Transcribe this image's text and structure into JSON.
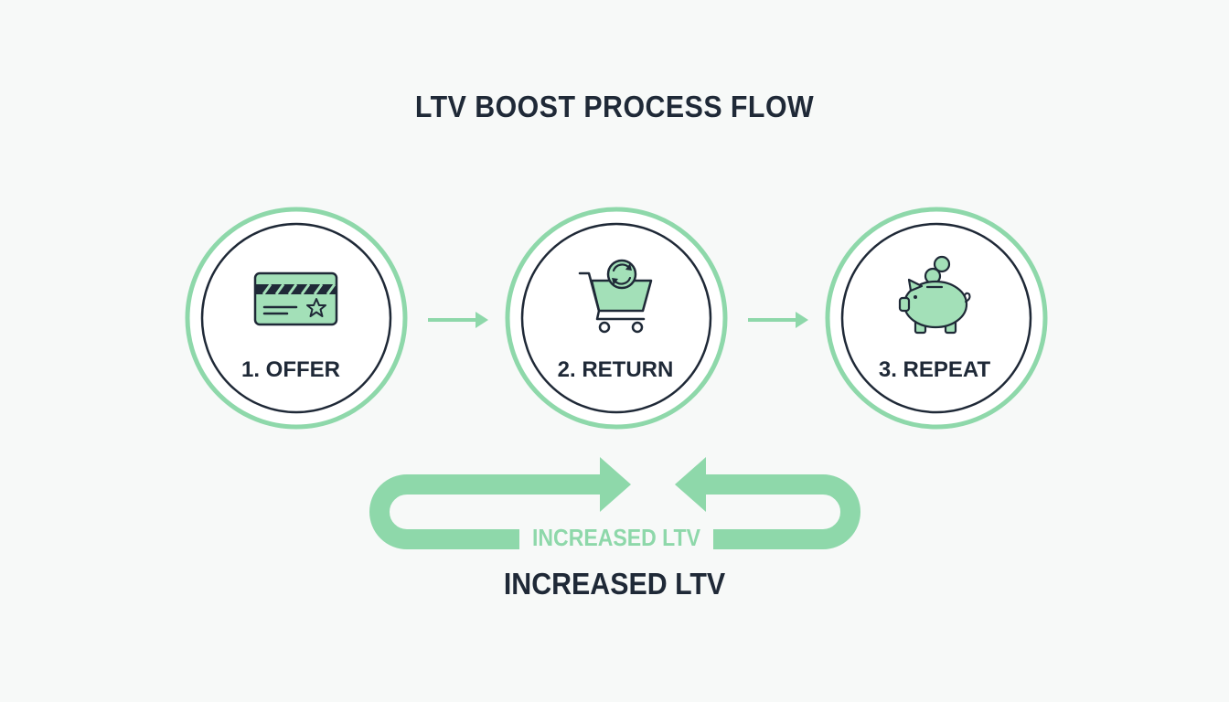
{
  "diagram": {
    "title": "LTV BOOST PROCESS FLOW",
    "steps": [
      {
        "label": "1. OFFER",
        "icon": "credit-card-star-icon"
      },
      {
        "label": "2. RETURN",
        "icon": "shopping-cart-return-icon"
      },
      {
        "label": "3. REPEAT",
        "icon": "piggy-bank-icon"
      }
    ],
    "loop_label": "INCREASED LTV",
    "result_label": "INCREASED LTV"
  },
  "colors": {
    "accent": "#8ed8aa",
    "accent_fill": "#a3e0b8",
    "text": "#1f2937",
    "background": "#f7f9f8"
  }
}
